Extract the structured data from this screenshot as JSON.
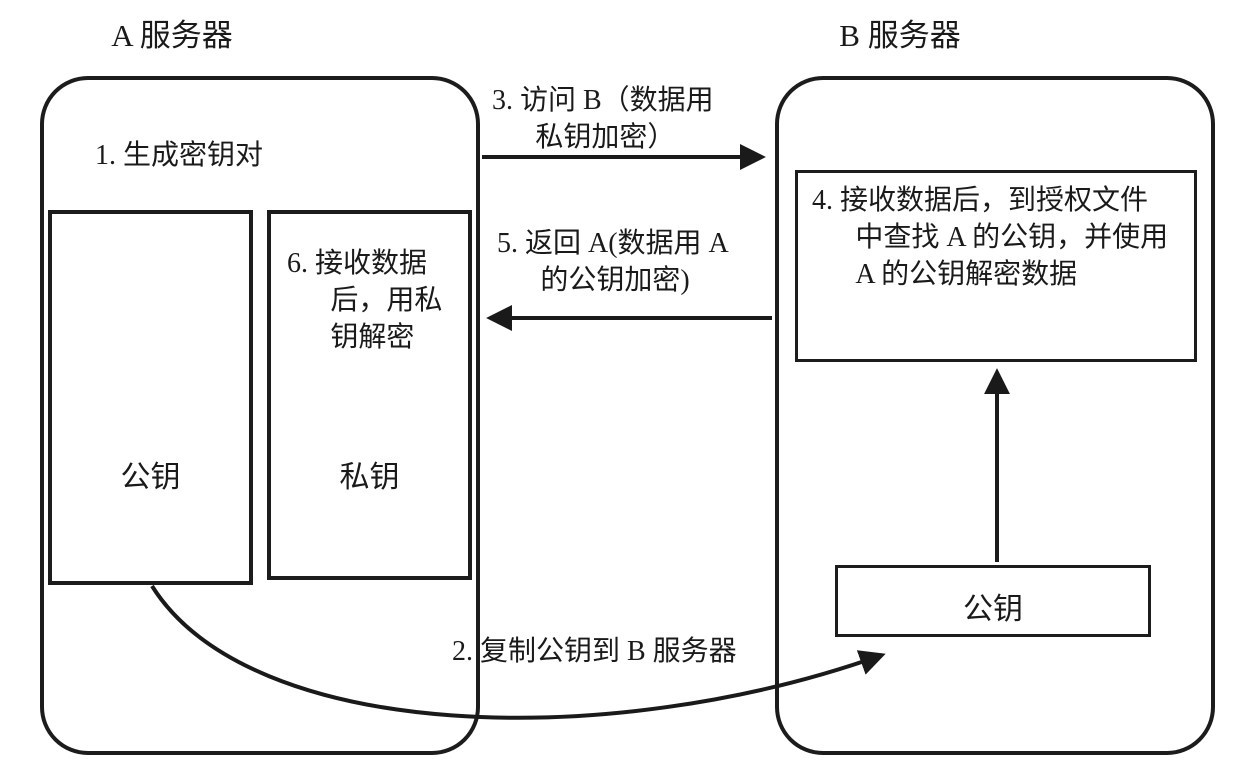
{
  "diagram": {
    "server_a": {
      "title": "A 服务器",
      "step1": "1. 生成密钥对",
      "public_key_label": "公钥",
      "private_key_label": "私钥",
      "step6": "6. 接收数据\n后，用私\n钥解密"
    },
    "server_b": {
      "title": "B 服务器",
      "step4": "4. 接收数据后，到授权文件\n中查找 A 的公钥，并使用\nA 的公钥解密数据",
      "public_key_label": "公钥"
    },
    "flows": {
      "step3": "3. 访问 B（数据用\n私钥加密）",
      "step5": "5. 返回 A(数据用 A\n的公钥加密)",
      "step2": "2. 复制公钥到 B 服务器"
    },
    "colors": {
      "ink": "#1a1a1a",
      "background": "#ffffff"
    }
  }
}
